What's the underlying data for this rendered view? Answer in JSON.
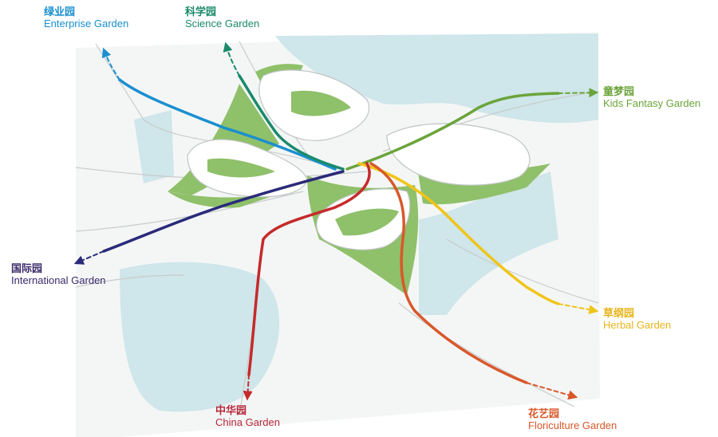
{
  "colors": {
    "enterprise": "#1a8fd0",
    "science": "#1a8a6a",
    "kids": "#6aa43a",
    "international": "#2a2a7a",
    "herbal": "#f0c419",
    "china": "#c62a2a",
    "floriculture": "#d9582a",
    "green": "#8fc06a",
    "water": "#cfe6ea"
  },
  "routes": {
    "enterprise": {
      "zh": "绿业园",
      "en": "Enterprise Garden"
    },
    "science": {
      "zh": "科学园",
      "en": "Science Garden"
    },
    "kids": {
      "zh": "童梦园",
      "en": "Kids Fantasy Garden"
    },
    "international": {
      "zh": "国际园",
      "en": "International Garden"
    },
    "herbal": {
      "zh": "草纲园",
      "en": "Herbal Garden"
    },
    "china": {
      "zh": "中华园",
      "en": "China Garden"
    },
    "floriculture": {
      "zh": "花艺园",
      "en": "Floriculture Garden"
    }
  }
}
